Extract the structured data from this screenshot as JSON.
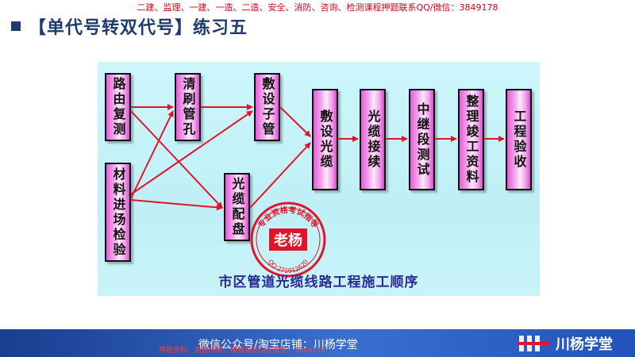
{
  "banner": "二建、监理、一建、一造、二造、安全、消防、咨询、检测课程押题联系QQ/微信：3849178",
  "title": "【单代号转双代号】练习五",
  "boxes": {
    "b1": "路由复测",
    "b2": "材料进场检验",
    "b3": "清刷管孔",
    "b4": "光缆配盘",
    "b5": "敷设子管",
    "b6": "敷设光缆",
    "b7": "光缆接续",
    "b8": "中继段测试",
    "b9": "整理竣工资料",
    "b10": "工程验收"
  },
  "caption": "市区管道光缆线路工程施工顺序",
  "stamp": {
    "center": "老杨",
    "ring": "专业资格考试指导",
    "number": "QQ:271912620"
  },
  "footer": {
    "text": "微信公众号/淘宝店铺：川杨学堂",
    "small": "押题资料、免费视频、课程联系QQ/微信：3849178",
    "brand": "川杨学堂"
  },
  "colors": {
    "title": "#1f3b6e",
    "arrow": "#e0142a",
    "footer": "#2253b8"
  }
}
